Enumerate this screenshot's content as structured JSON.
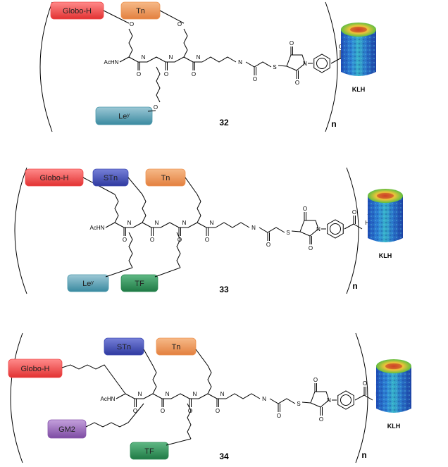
{
  "colors": {
    "globo_h": "#f0484a",
    "tn": "#ee9452",
    "stn": "#3e4bb4",
    "ley": "#4b98ab",
    "tf": "#2e8a55",
    "gm2": "#8a5aae"
  },
  "common": {
    "repeat_label": "n",
    "carrier_label": "KLH",
    "acnh_label": "AcHN",
    "hn_label": "HN",
    "o_label": "O",
    "s_label": "S",
    "n_label": "N",
    "nh_label": "N"
  },
  "constructs": [
    {
      "number": "32",
      "antigens": {
        "globo_h": "Globo-H",
        "tn": "Tn",
        "ley": "Le",
        "ley_sup": "y"
      }
    },
    {
      "number": "33",
      "antigens": {
        "globo_h": "Globo-H",
        "stn": "STn",
        "tn": "Tn",
        "ley": "Le",
        "ley_sup": "y",
        "tf": "TF"
      }
    },
    {
      "number": "34",
      "antigens": {
        "globo_h": "Globo-H",
        "stn": "STn",
        "tn": "Tn",
        "gm2": "GM2",
        "tf": "TF"
      }
    }
  ]
}
